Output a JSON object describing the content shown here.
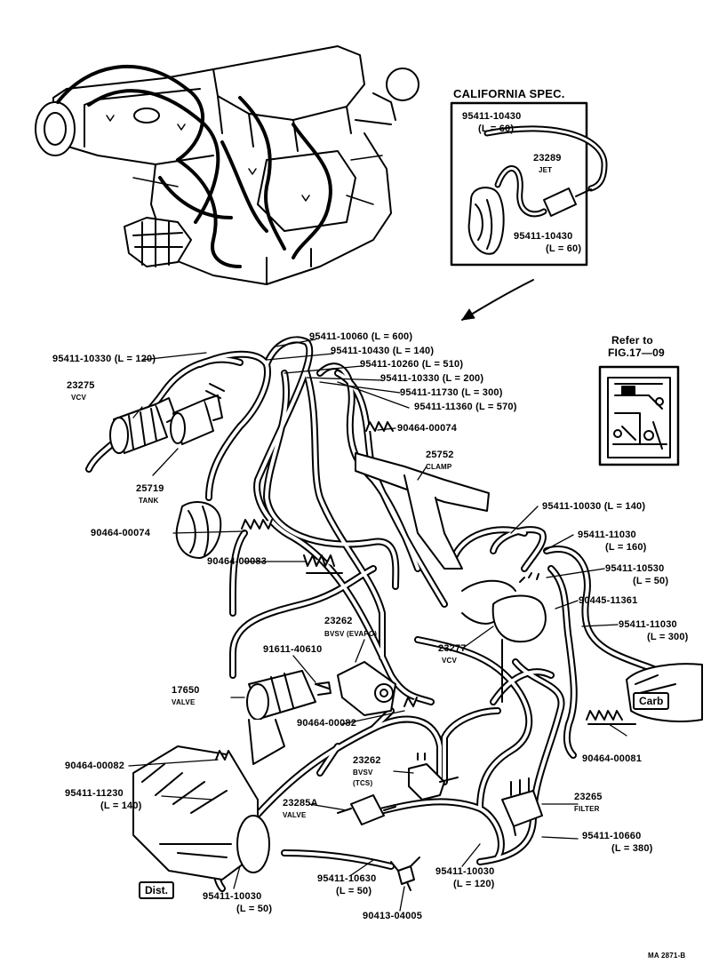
{
  "california": {
    "title": "CALIFORNIA SPEC.",
    "hose_top": {
      "part": "95411-10430",
      "length": "(L = 60)"
    },
    "jet": {
      "part": "23289",
      "name": "JET"
    },
    "hose_bottom": {
      "part": "95411-10430",
      "length": "(L = 60)"
    }
  },
  "refer": {
    "line1": "Refer to",
    "line2": "FIG.17—09"
  },
  "hoses_top": [
    "95411-10060 (L = 600)",
    "95411-10430 (L = 140)",
    "95411-10260 (L = 510)",
    "95411-10330 (L = 200)",
    "95411-11730 (L = 300)",
    "95411-11360 (L = 570)"
  ],
  "hose_left": "95411-10330 (L = 120)",
  "vcv_left": {
    "part": "23275",
    "name": "VCV"
  },
  "tank": {
    "part": "25719",
    "name": "TANK"
  },
  "clip_a": "90464-00074",
  "clip_b": "90464-00074",
  "clip_c": "90464-00083",
  "clamp": {
    "part": "25752",
    "name": "CLAMP"
  },
  "right_hoses": {
    "h1": "95411-10030 (L = 140)",
    "h2": {
      "part": "95411-11030",
      "length": "(L = 160)"
    },
    "h3": {
      "part": "95411-10530",
      "length": "(L = 50)"
    },
    "h4": "90445-11361",
    "h5": {
      "part": "95411-11030",
      "length": "(L = 300)"
    }
  },
  "vcv_center": {
    "part": "23277",
    "name": "VCV"
  },
  "bvsv_evapo": {
    "part": "23262",
    "name": "BVSV (EVAPO)"
  },
  "pin": "91611-40610",
  "valve_left": {
    "part": "17650",
    "name": "VALVE"
  },
  "clip_d": "90464-00082",
  "clip_e": "90464-00082",
  "clip_f": "90464-00081",
  "carb": "Carb",
  "hose_dist": {
    "part": "95411-11230",
    "length": "(L = 140)"
  },
  "bvsv_tcs": {
    "part": "23262",
    "name1": "BVSV",
    "name2": "(TCS)"
  },
  "valve_a": {
    "part": "23285A",
    "name": "VALVE"
  },
  "filter": {
    "part": "23265",
    "name": "FILTER"
  },
  "hose_r_bottom": {
    "part": "95411-10660",
    "length": "(L = 380)"
  },
  "hose_b1": {
    "part": "95411-10630",
    "length": "(L = 50)"
  },
  "hose_b2": {
    "part": "95411-10030",
    "length": "(L = 120)"
  },
  "hose_b3": {
    "part": "95411-10030",
    "length": "(L = 50)"
  },
  "tee": "90413-04005",
  "dist": "Dist.",
  "code": "MA 2871-B"
}
